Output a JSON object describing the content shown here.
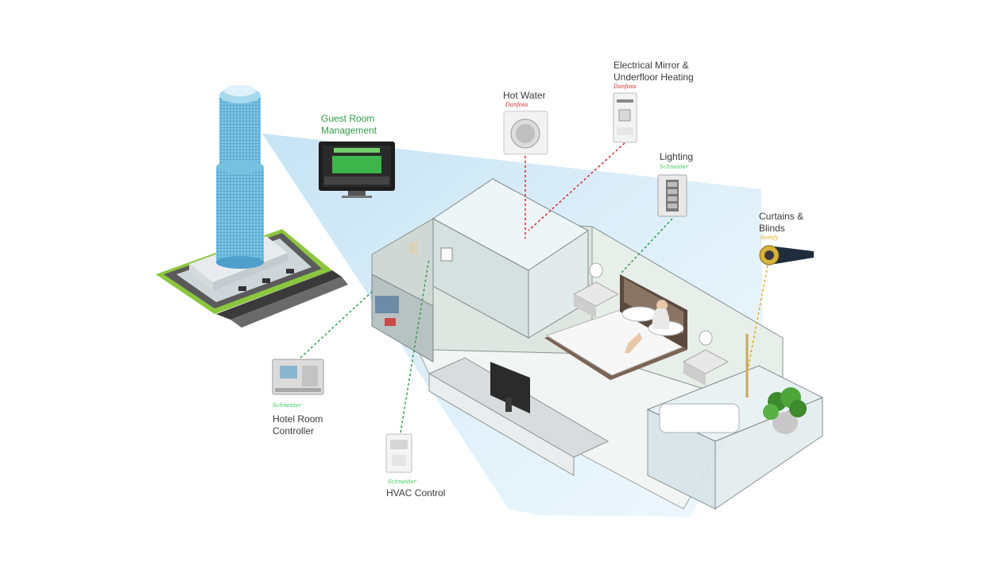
{
  "colors": {
    "guest_room_label": "#2e9c4a",
    "danfoss_red": "#d2232a",
    "schneider_green": "#3dcd58",
    "somfy_yellow": "#e0a81c",
    "projection_blue": "#cfe7f6",
    "building_blue": "#6bb9dc",
    "landscape_green": "#8cc63f"
  },
  "labels": {
    "guest_room": "Guest Room\nManagement",
    "hot_water": "Hot Water",
    "electrical_mirror": "Electrical Mirror &\nUnderfloor Heating",
    "lighting": "Lighting",
    "curtains": "Curtains &\nBlinds",
    "hotel_room_controller": "Hotel Room\nController",
    "hvac_control": "HVAC Control"
  },
  "icons": {
    "tower": "hotel-tower-icon",
    "monitor": "guest-room-monitor-icon",
    "thermostat": "hot-water-thermostat-icon",
    "mirror_controller": "mirror-heating-controller-icon",
    "lighting_switch": "lighting-switch-panel-icon",
    "curtain_motor": "curtain-motor-icon",
    "room_controller": "room-controller-icon",
    "hvac_thermostat": "hvac-thermostat-icon"
  }
}
